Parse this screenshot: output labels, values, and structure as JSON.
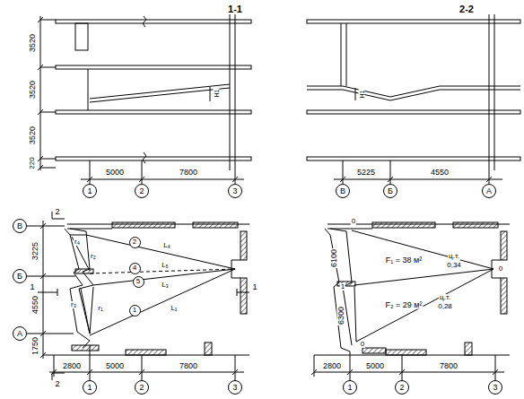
{
  "diagram": {
    "nodes": [
      {
        "text": [
          "1"
        ]
      },
      {
        "text": [
          "2"
        ]
      },
      {
        "text": [
          "3"
        ]
      },
      {
        "text": [
          "В"
        ]
      },
      {
        "text": [
          "Б"
        ]
      },
      {
        "text": [
          "А"
        ]
      },
      {
        "text": [
          "В"
        ]
      },
      {
        "text": [
          "Б"
        ]
      },
      {
        "text": [
          "А"
        ]
      },
      {
        "text": [
          "1"
        ]
      },
      {
        "text": [
          "2"
        ]
      },
      {
        "text": [
          "3"
        ]
      },
      {
        "text": [
          "2"
        ]
      },
      {
        "text": [
          "4"
        ]
      },
      {
        "text": [
          "5"
        ]
      },
      {
        "text": [
          "1"
        ]
      },
      {
        "text": [
          "1"
        ]
      },
      {
        "text": [
          "2"
        ]
      },
      {
        "text": [
          "3"
        ]
      }
    ],
    "labels": [
      "1-1",
      "3520",
      "3520",
      "3520",
      "220",
      "5000",
      "7800",
      "Н1",
      "2-2",
      "5225",
      "4550",
      "Н1",
      "3225",
      "4550",
      "1750",
      "2800",
      "5000",
      "7800",
      "1",
      "1",
      "2",
      "2",
      "r₄",
      "r₂",
      "r₃",
      "r₁",
      "L₄",
      "L₅",
      "L₃",
      "L₁",
      "6100",
      "6300",
      "F₁ = 38 м²",
      "ц.т.",
      "0,34",
      "F₂ = 29 м²",
      "ц.т.",
      "0,28",
      "2800",
      "5000",
      "7800",
      "0",
      "0",
      "1",
      "0"
    ]
  }
}
